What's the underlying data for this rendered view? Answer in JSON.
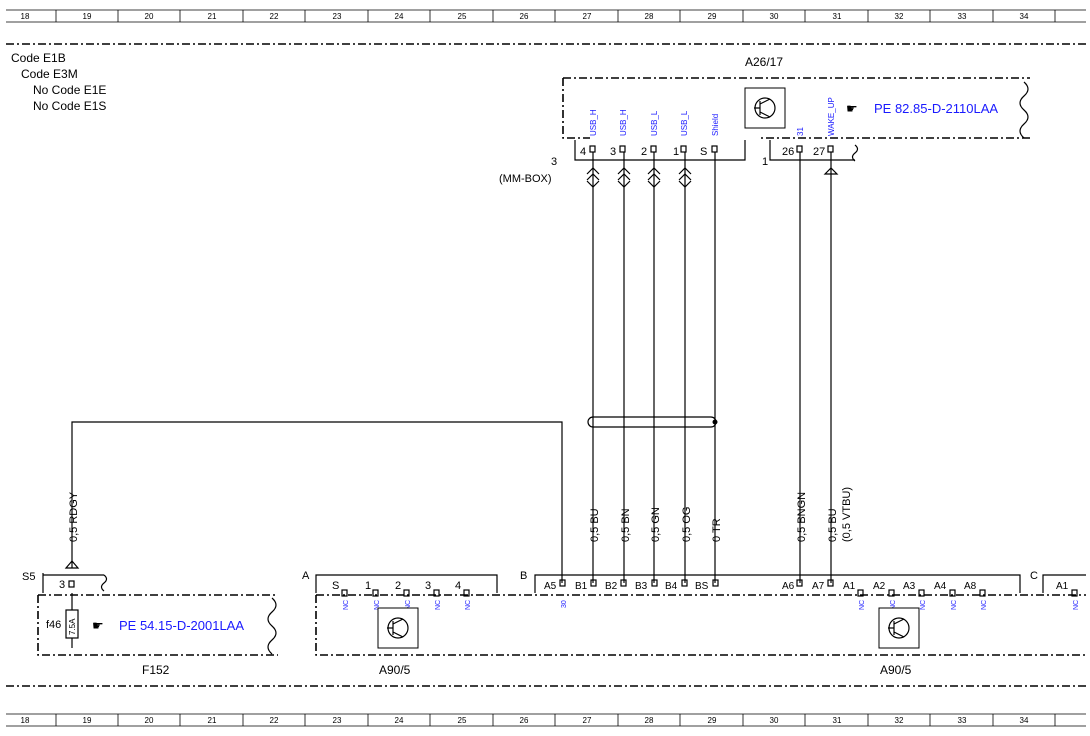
{
  "grid": {
    "columns": [
      "18",
      "19",
      "20",
      "21",
      "22",
      "23",
      "24",
      "25",
      "26",
      "27",
      "28",
      "29",
      "30",
      "31",
      "32",
      "33",
      "34"
    ]
  },
  "codes": {
    "line1": "Code E1B",
    "line2": "Code E3M",
    "line3": "No Code E1E",
    "line4": "No Code E1S"
  },
  "a26": {
    "name": "A26/17",
    "ref": "PE 82.85-D-2110LAA",
    "connector_left": "3",
    "connector_left_desc": "(MM-BOX)",
    "connector_right": "1",
    "pins": [
      {
        "num": "4",
        "signal": "USB_H"
      },
      {
        "num": "3",
        "signal": "USB_H"
      },
      {
        "num": "2",
        "signal": "USB_L"
      },
      {
        "num": "1",
        "signal": "USB_L"
      },
      {
        "num": "S",
        "signal": "Shield"
      },
      {
        "num": "26",
        "signal": "31"
      },
      {
        "num": "27",
        "signal": "WAKE_UP"
      }
    ]
  },
  "wires": {
    "w_rdgy": "0,5 RDGY",
    "w1": "0,5 BU",
    "w2": "0,5 BN",
    "w3": "0,5 GN",
    "w4": "0,5 OG",
    "w5": "0 TR",
    "w6": "0,5 BNGN",
    "w7": "0,5 BU",
    "w7b": "(0,5 VTBU)"
  },
  "f152": {
    "name": "F152",
    "ref": "PE 54.15-D-2001LAA",
    "connector": "S5",
    "pin": "3",
    "fuse": "f46",
    "fuse_rating": "7.5A"
  },
  "a90": {
    "name": "A90/5",
    "connA": "A",
    "connB": "B",
    "connC": "C",
    "pinsA": [
      "S",
      "1",
      "2",
      "3",
      "4"
    ],
    "pinsB": [
      "A5",
      "B1",
      "B2",
      "B3",
      "B4",
      "BS",
      "A6",
      "A7",
      "A1",
      "A2",
      "A3",
      "A4",
      "A8"
    ],
    "pinC": "A1",
    "nc": "NC",
    "pin30": "30"
  }
}
